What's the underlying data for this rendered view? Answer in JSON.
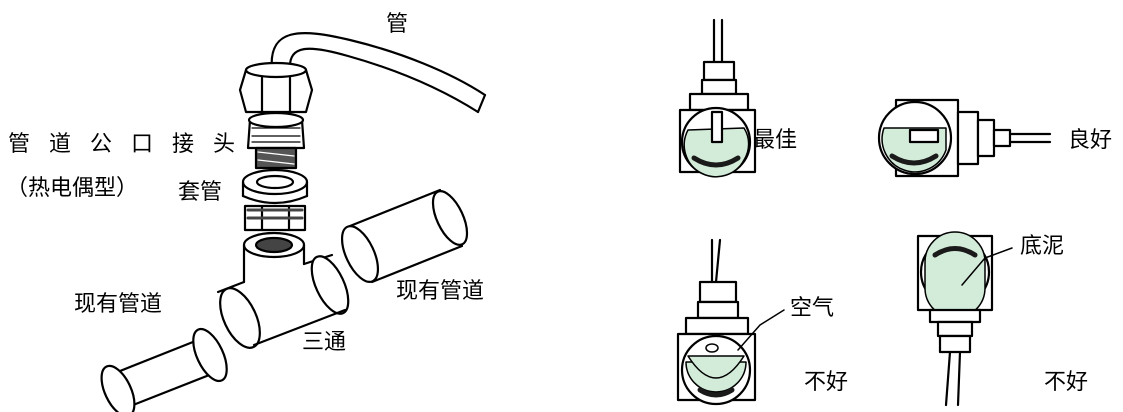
{
  "left_labels": {
    "tube": "管",
    "fitting_line1": "管 道 公 口 接 头",
    "fitting_line2": "（热电偶型）",
    "sleeve": "套管",
    "pipe_left": "现有管道",
    "pipe_right": "现有管道",
    "tee": "三通"
  },
  "right_labels": {
    "best": "最佳",
    "good": "良好",
    "air": "空气",
    "sediment": "底泥",
    "bad_left": "不好",
    "bad_right": "不好"
  },
  "colors": {
    "liquid": "#d3ecd9",
    "sediment": "#1a1a1a",
    "stroke": "#000000"
  }
}
